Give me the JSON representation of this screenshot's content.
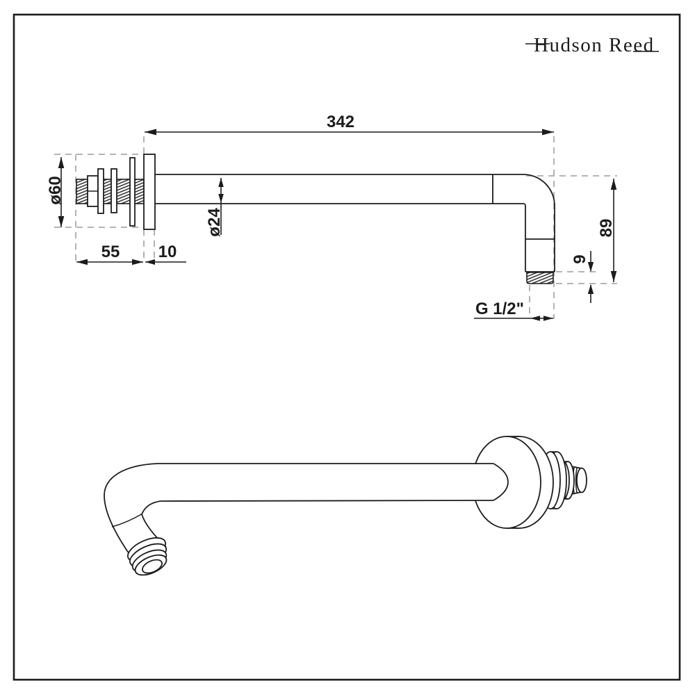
{
  "brand": {
    "name": "Hudson Reed"
  },
  "drawing": {
    "dims": {
      "length": "342",
      "flange_diameter": "ø60",
      "arm_diameter": "ø24",
      "wall_stem_length": "55",
      "flange_thickness": "10",
      "drop": "89",
      "thread_length": "9",
      "thread_size": "G 1/2\""
    }
  },
  "colors": {
    "line": "#1c1c1c",
    "dashed_line": "#aaaaaa",
    "background": "#ffffff"
  }
}
